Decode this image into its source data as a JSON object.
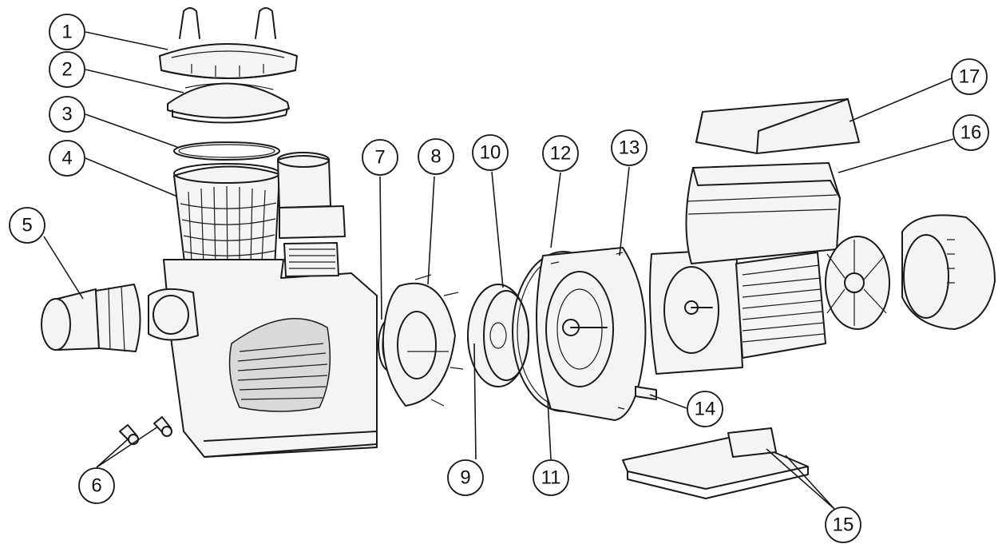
{
  "callouts": [
    {
      "label": "1"
    },
    {
      "label": "2"
    },
    {
      "label": "3"
    },
    {
      "label": "4"
    },
    {
      "label": "5"
    },
    {
      "label": "6"
    },
    {
      "label": "7"
    },
    {
      "label": "8"
    },
    {
      "label": "9"
    },
    {
      "label": "10"
    },
    {
      "label": "11"
    },
    {
      "label": "12"
    },
    {
      "label": "13"
    },
    {
      "label": "14"
    },
    {
      "label": "15"
    },
    {
      "label": "16"
    },
    {
      "label": "17"
    }
  ],
  "colors": {
    "line": "#1a1a1a",
    "background": "#ffffff"
  }
}
